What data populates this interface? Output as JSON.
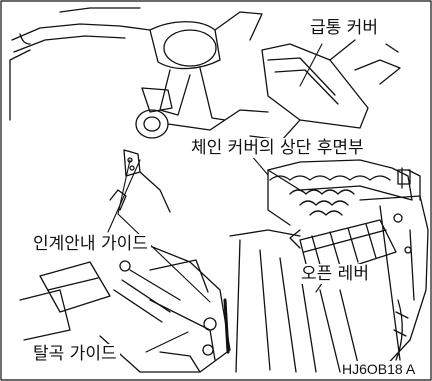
{
  "figure": {
    "callouts": {
      "feed_cylinder_cover": "급통 커버",
      "chain_cover_upper_rear": "체인 커버의 상단 후면부",
      "feed_guide": "인계안내 가이드",
      "open_lever": "오픈 레버",
      "threshing_guide": "탈곡 가이드"
    },
    "reference_code": "HJ6OB18 A"
  },
  "colors": {
    "line": "#111111",
    "background": "#ffffff"
  }
}
